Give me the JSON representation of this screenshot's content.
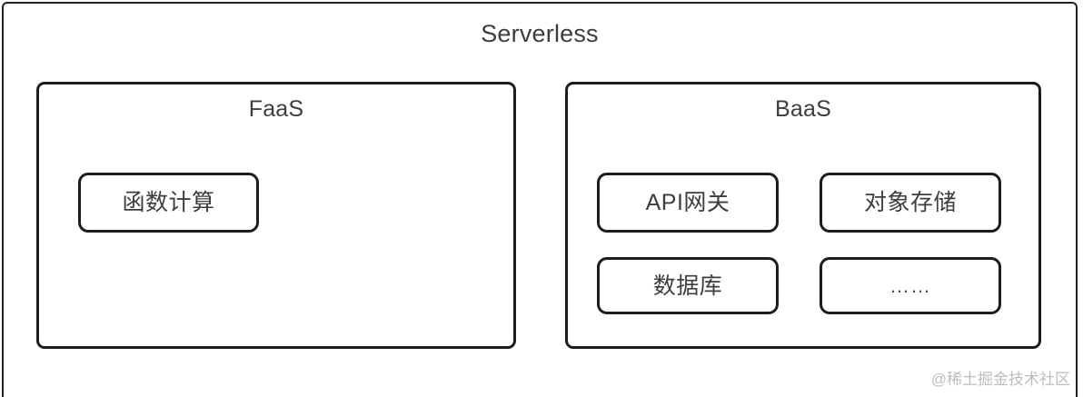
{
  "diagram": {
    "title": "Serverless",
    "groups": [
      {
        "id": "faas",
        "title": "FaaS",
        "items": [
          {
            "id": "function-compute",
            "label": "函数计算"
          }
        ]
      },
      {
        "id": "baas",
        "title": "BaaS",
        "items": [
          {
            "id": "api-gateway",
            "label": "API网关"
          },
          {
            "id": "object-storage",
            "label": "对象存储"
          },
          {
            "id": "database",
            "label": "数据库"
          },
          {
            "id": "more",
            "label": "……"
          }
        ]
      }
    ]
  },
  "watermark": {
    "text": "@稀土掘金技术社区"
  },
  "colors": {
    "background": "#ffffff",
    "outer_border": "#222222",
    "box_border": "#1d1d1d",
    "text": "#3d3d3d",
    "watermark": "#bdbdbd"
  }
}
